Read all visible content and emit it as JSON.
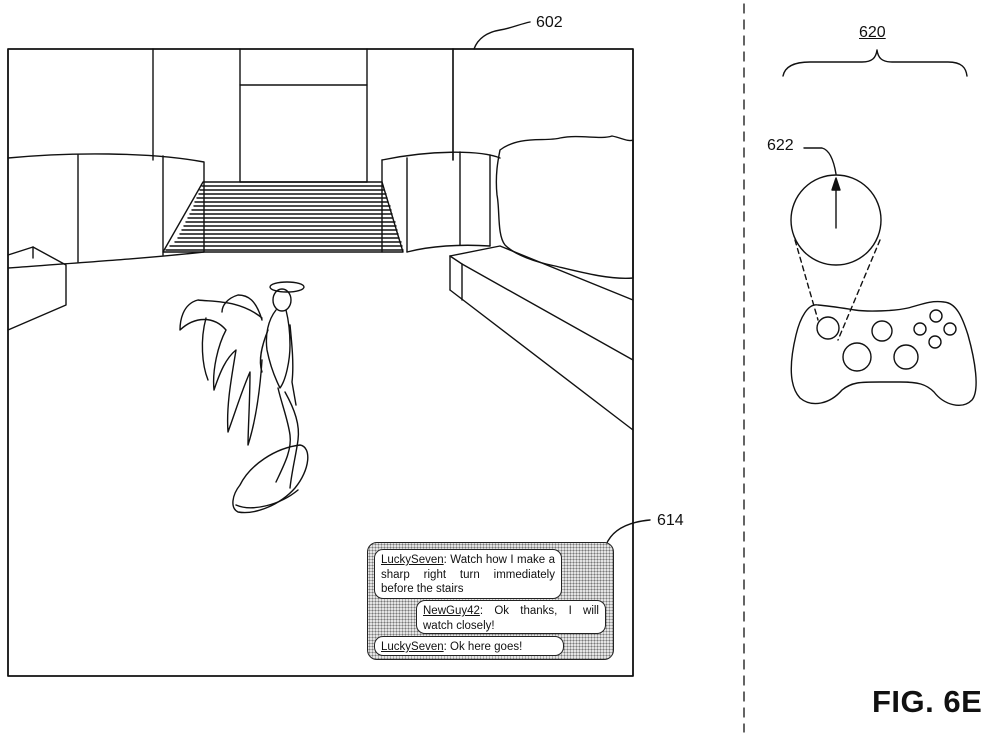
{
  "figure": {
    "label": "FIG. 6E",
    "refs": {
      "screen": "602",
      "chat": "614",
      "controller_group": "620",
      "joystick": "622"
    }
  },
  "chat": {
    "messages": [
      {
        "user": "LuckySeven",
        "text": "Watch how I make a sharp right turn immediately before the stairs"
      },
      {
        "user": "NewGuy42",
        "text": "Ok thanks, I will watch closely!"
      },
      {
        "user": "LuckySeven",
        "text": "Ok here goes!"
      }
    ]
  }
}
